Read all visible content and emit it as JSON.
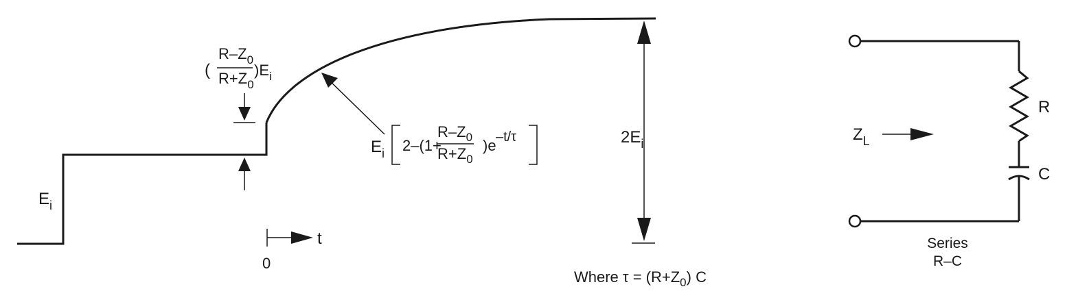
{
  "waveform": {
    "step_label": {
      "main": "E",
      "sub": "i"
    },
    "jump_label": {
      "open": "(",
      "num_main": "R–Z",
      "num_sub": "0",
      "den_main": "R+Z",
      "den_sub": "0",
      "close": ")E",
      "close_sub": "i"
    },
    "curve_label": {
      "ei_main": "E",
      "ei_sub": "i",
      "pre": "2–(1+",
      "num_main": "R–Z",
      "num_sub": "0",
      "den_main": "R+Z",
      "den_sub": "0",
      "post": ")e",
      "exp": "–t/τ"
    },
    "height_label": {
      "main": "2E",
      "sub": "i"
    },
    "time_label": "t",
    "time_zero": "0",
    "where_label": {
      "pre": "Where τ = (R+Z",
      "sub": "0",
      "post": ") C"
    }
  },
  "circuit": {
    "impedance_label": {
      "main": "Z",
      "sub": "L"
    },
    "resistor_label": "R",
    "capacitor_label": "C",
    "caption_line1": "Series",
    "caption_line2": "R–C"
  },
  "colors": {
    "ink": "#1a1a1a",
    "background": "#ffffff"
  }
}
